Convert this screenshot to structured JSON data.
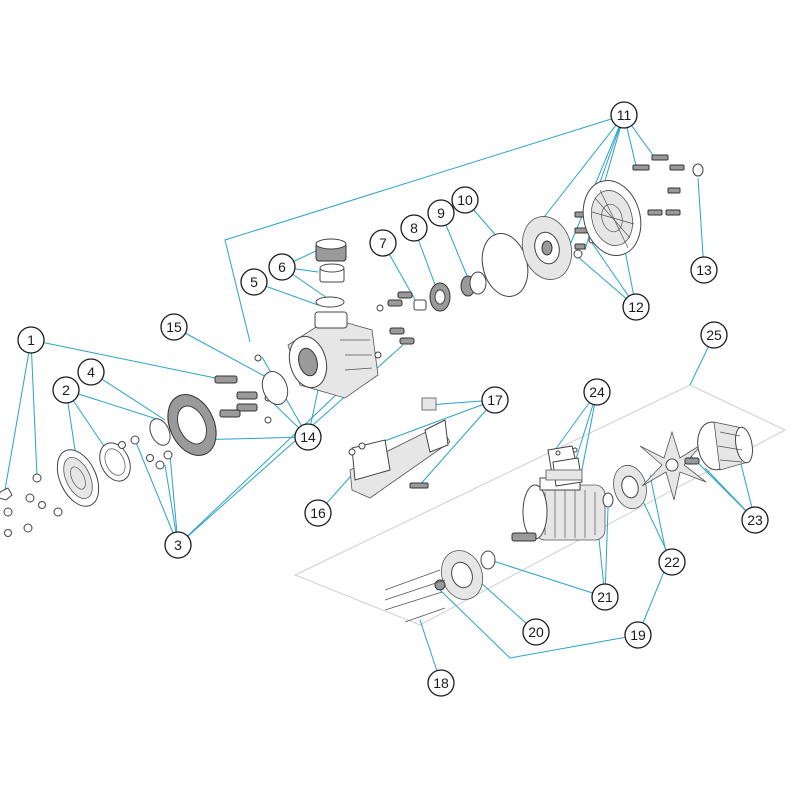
{
  "callouts": [
    {
      "id": "1",
      "label": "1"
    },
    {
      "id": "2",
      "label": "2"
    },
    {
      "id": "3",
      "label": "3"
    },
    {
      "id": "4",
      "label": "4"
    },
    {
      "id": "5",
      "label": "5"
    },
    {
      "id": "6",
      "label": "6"
    },
    {
      "id": "7",
      "label": "7"
    },
    {
      "id": "8",
      "label": "8"
    },
    {
      "id": "9",
      "label": "9"
    },
    {
      "id": "10",
      "label": "10"
    },
    {
      "id": "11",
      "label": "11"
    },
    {
      "id": "12",
      "label": "12"
    },
    {
      "id": "13",
      "label": "13"
    },
    {
      "id": "14",
      "label": "14"
    },
    {
      "id": "15",
      "label": "15"
    },
    {
      "id": "16",
      "label": "16"
    },
    {
      "id": "17",
      "label": "17"
    },
    {
      "id": "18",
      "label": "18"
    },
    {
      "id": "19",
      "label": "19"
    },
    {
      "id": "20",
      "label": "20"
    },
    {
      "id": "21",
      "label": "21"
    },
    {
      "id": "22",
      "label": "22"
    },
    {
      "id": "23",
      "label": "23"
    },
    {
      "id": "24",
      "label": "24"
    },
    {
      "id": "25",
      "label": "25"
    }
  ],
  "colors": {
    "leader": "#29a3c9",
    "outline": "#1a1a1a"
  }
}
